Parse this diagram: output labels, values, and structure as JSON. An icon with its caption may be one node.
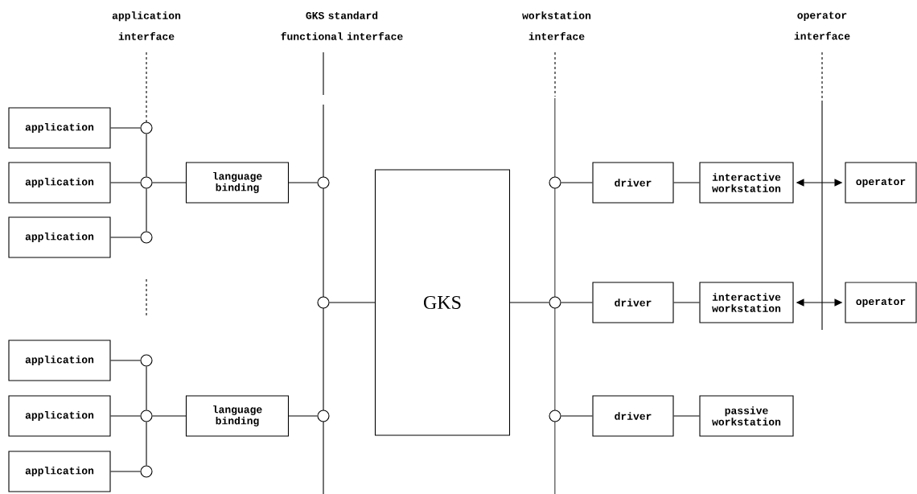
{
  "diagram": {
    "nodes": [
      {
        "text": [
          "application"
        ]
      },
      {
        "text": [
          "application"
        ]
      },
      {
        "text": [
          "application"
        ]
      },
      {
        "text": [
          "application"
        ]
      },
      {
        "text": [
          "application"
        ]
      },
      {
        "text": [
          "application"
        ]
      },
      {
        "text": [
          "language binding"
        ]
      },
      {
        "text": [
          "language binding"
        ]
      },
      {
        "text": [
          "GKS"
        ]
      },
      {
        "text": [
          "driver"
        ]
      },
      {
        "text": [
          "driver"
        ]
      },
      {
        "text": [
          "driver"
        ]
      },
      {
        "text": [
          "interactive workstation"
        ]
      },
      {
        "text": [
          "interactive workstation"
        ]
      },
      {
        "text": [
          "passive workstation"
        ]
      },
      {
        "text": [
          "operator"
        ]
      },
      {
        "text": [
          "operator"
        ]
      },
      {
        "text": [],
        "shape": "circle"
      },
      {
        "text": [],
        "shape": "circle"
      },
      {
        "text": [],
        "shape": "circle"
      },
      {
        "text": [],
        "shape": "circle"
      },
      {
        "text": [],
        "shape": "circle"
      },
      {
        "text": [],
        "shape": "circle"
      },
      {
        "text": [],
        "shape": "circle"
      },
      {
        "text": [],
        "shape": "circle"
      },
      {
        "text": [],
        "shape": "circle"
      },
      {
        "text": [],
        "shape": "circle"
      },
      {
        "text": [],
        "shape": "circle"
      },
      {
        "text": [],
        "shape": "circle"
      }
    ],
    "edges": [
      {
        "from": 0,
        "to": 17,
        "arrow": "none"
      },
      {
        "from": 1,
        "to": 18,
        "arrow": "none"
      },
      {
        "from": 2,
        "to": 19,
        "arrow": "none"
      },
      {
        "from": 3,
        "to": 20,
        "arrow": "none"
      },
      {
        "from": 4,
        "to": 21,
        "arrow": "none"
      },
      {
        "from": 5,
        "to": 22,
        "arrow": "none"
      },
      {
        "from": 18,
        "to": 6,
        "arrow": "none"
      },
      {
        "from": 21,
        "to": 7,
        "arrow": "none"
      },
      {
        "from": 6,
        "to": 23,
        "arrow": "none"
      },
      {
        "from": 7,
        "to": 25,
        "arrow": "none"
      },
      {
        "from": 24,
        "to": 8,
        "arrow": "none"
      },
      {
        "from": 8,
        "to": 27,
        "arrow": "none"
      },
      {
        "from": 26,
        "to": 9,
        "arrow": "none"
      },
      {
        "from": 27,
        "to": 10,
        "arrow": "none"
      },
      {
        "from": 28,
        "to": 11,
        "arrow": "none"
      },
      {
        "from": 9,
        "to": 12,
        "arrow": "none"
      },
      {
        "from": 10,
        "to": 13,
        "arrow": "none"
      },
      {
        "from": 11,
        "to": 14,
        "arrow": "none"
      },
      {
        "from": 12,
        "to": 15,
        "arrow": "both"
      },
      {
        "from": 13,
        "to": 16,
        "arrow": "both"
      },
      {
        "from": 17,
        "to": 18,
        "arrow": "none"
      },
      {
        "from": 18,
        "to": 19,
        "arrow": "none"
      },
      {
        "from": 20,
        "to": 21,
        "arrow": "none"
      },
      {
        "from": 21,
        "to": 22,
        "arrow": "none"
      }
    ],
    "labels": [
      "application interface",
      "GKS standard functional interface",
      "workstation interface",
      "operator interface"
    ]
  }
}
